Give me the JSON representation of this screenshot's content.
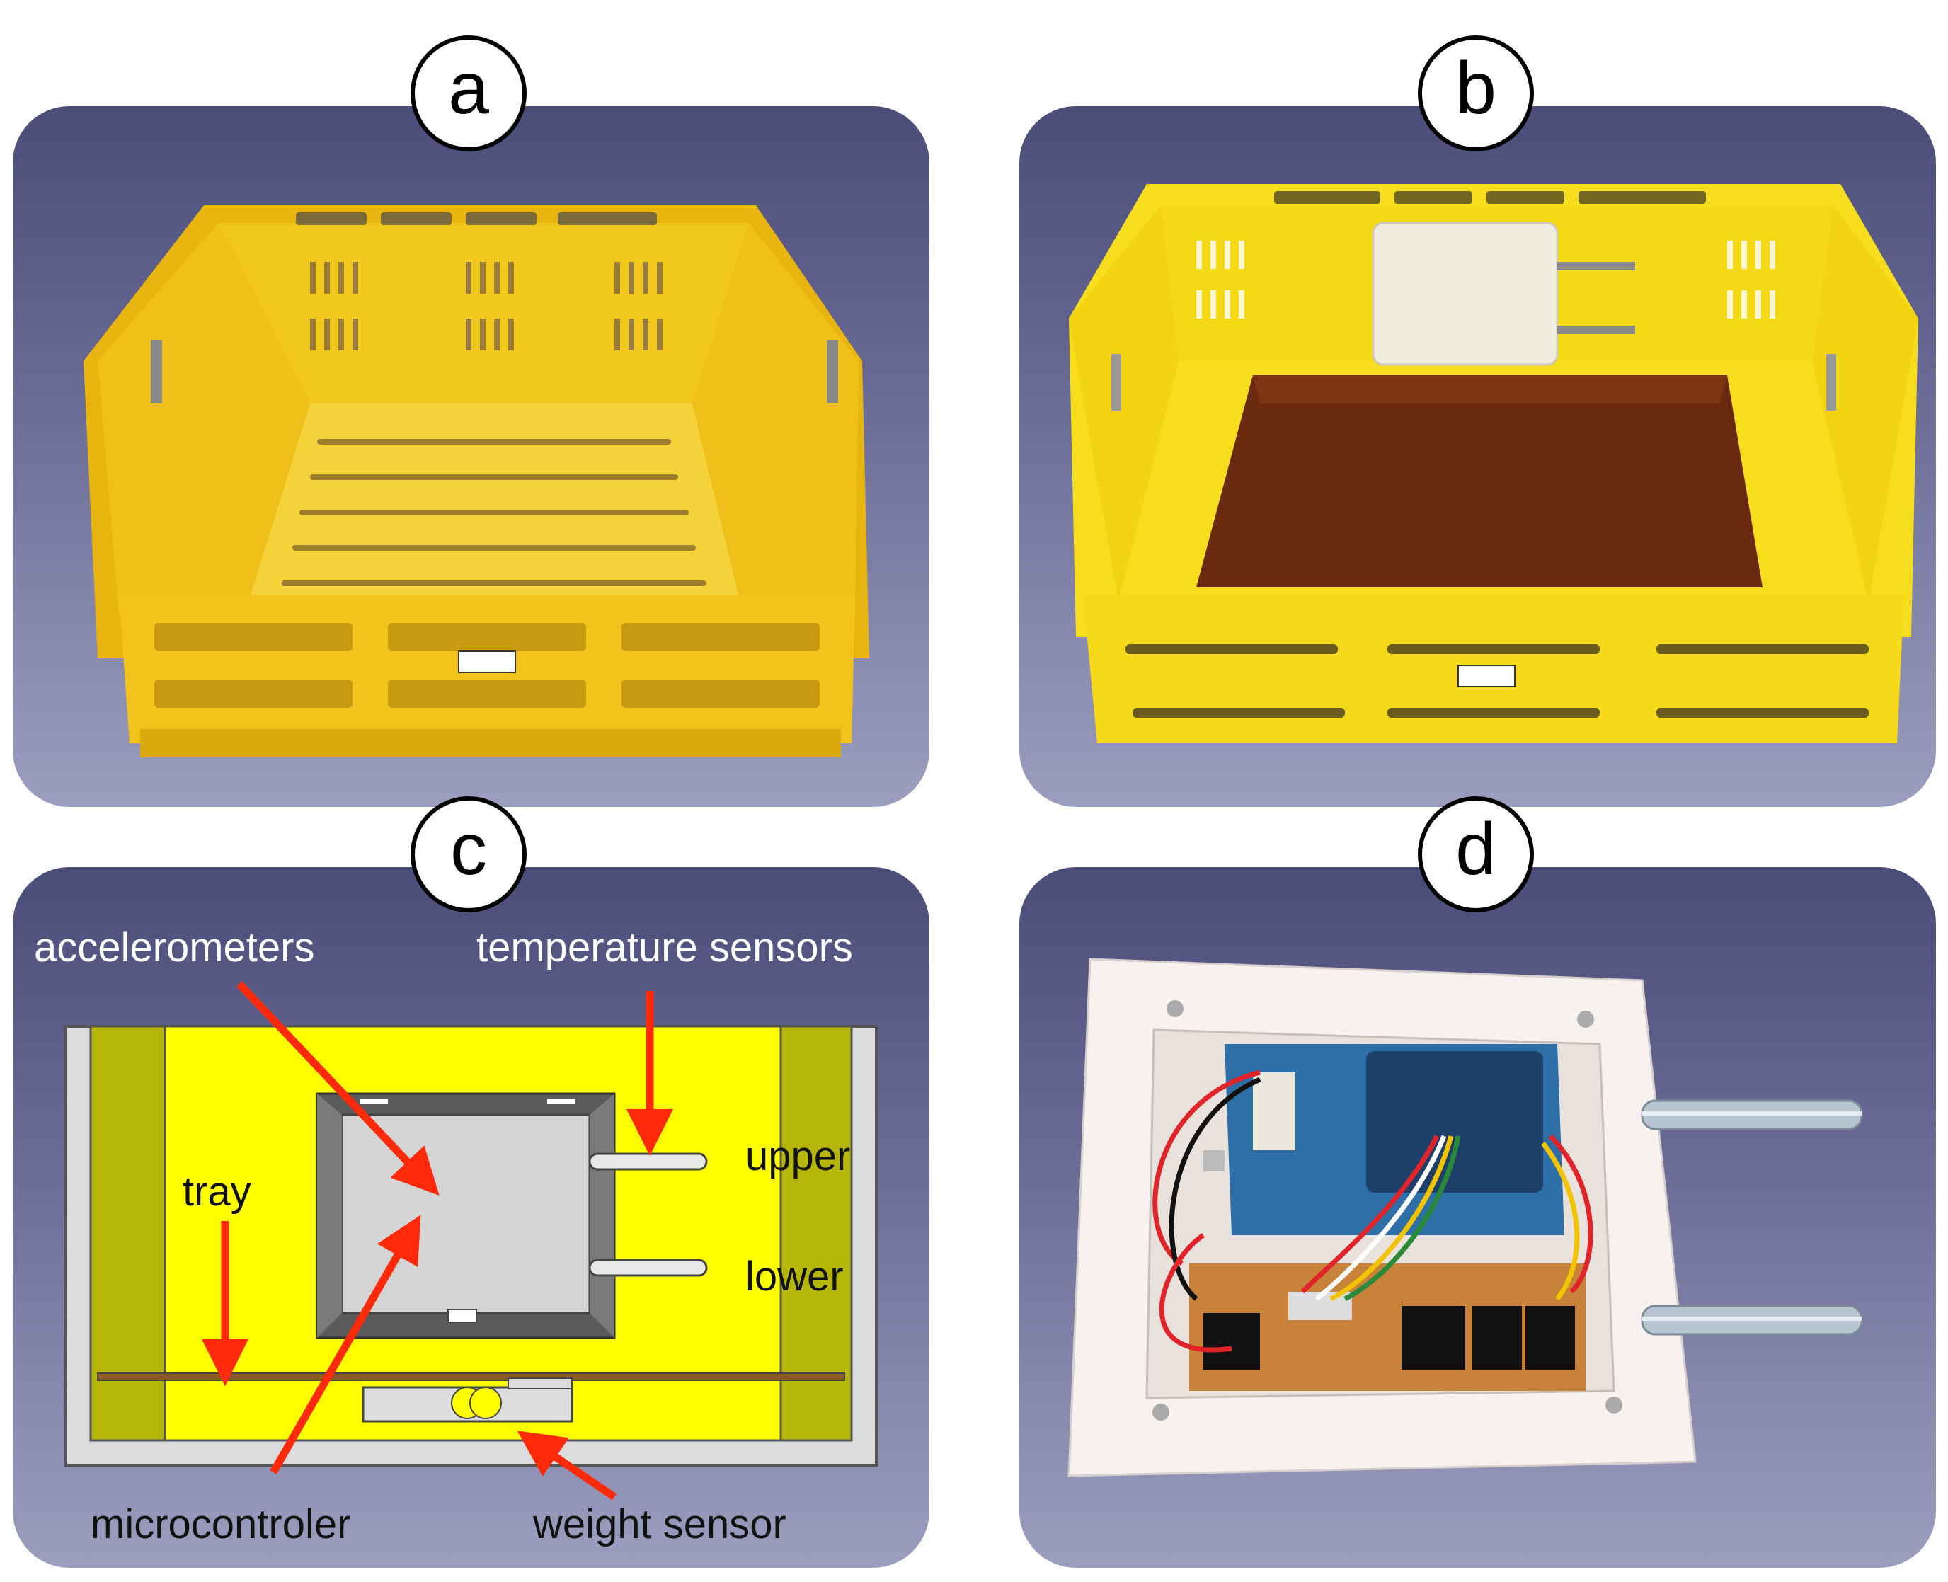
{
  "panels": [
    {
      "id": "a",
      "letter": "a"
    },
    {
      "id": "b",
      "letter": "b"
    },
    {
      "id": "c",
      "letter": "c"
    },
    {
      "id": "d",
      "letter": "d"
    }
  ],
  "diagram": {
    "labels": {
      "accelerometers": "accelerometers",
      "temperature_sensors": "temperature sensors",
      "upper": "upper",
      "lower": "lower",
      "tray": "tray",
      "microcontroler": "microcontroler",
      "weight_sensor": "weight sensor"
    }
  },
  "colors": {
    "crate_yellow": "#f5c518",
    "diagram_yellow": "#ffff00",
    "olive": "#b5b50a",
    "arrow_red": "#ff2a0a",
    "tray_brown": "#6b2a10"
  }
}
